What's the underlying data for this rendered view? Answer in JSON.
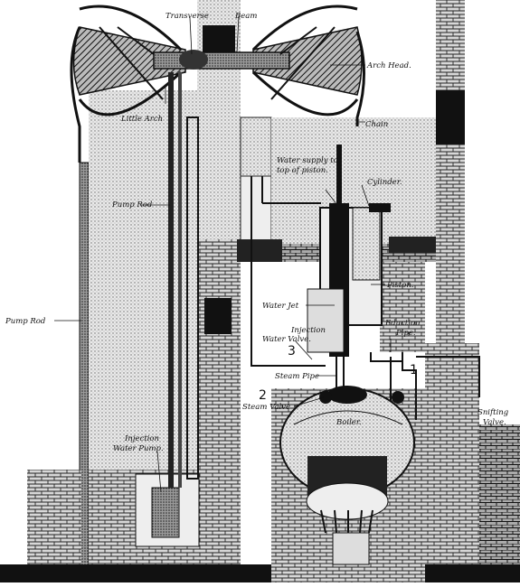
{
  "diagram": {
    "labels": {
      "transverse": "Transverse",
      "beam": "Beam",
      "arch_head": "Arch Head.",
      "little_arch": "Little Arch",
      "chain": "Chain",
      "water_supply_line1": "Water supply to",
      "water_supply_line2": "top of piston.",
      "cylinder": "Cylinder.",
      "pump_rod_inner": "Pump Rod",
      "pump_rod_outer": "Pump Rod",
      "piston": "Piston.",
      "water_jet": "Water Jet",
      "injection_valve_line1": "Injection",
      "injection_valve_line2": "Water Valve.",
      "eduction_line1": "Eduction",
      "eduction_line2": "Pipe.",
      "steam_pipe": "Steam Pipe",
      "steam_valve": "Steam Valve",
      "snifting_line1": "Snifting",
      "snifting_line2": "Valve.",
      "boiler": "Boiler.",
      "injection_pump_line1": "Injection",
      "injection_pump_line2": "Water Pump."
    },
    "markers": {
      "one": "1",
      "two": "2",
      "three": "3"
    }
  }
}
